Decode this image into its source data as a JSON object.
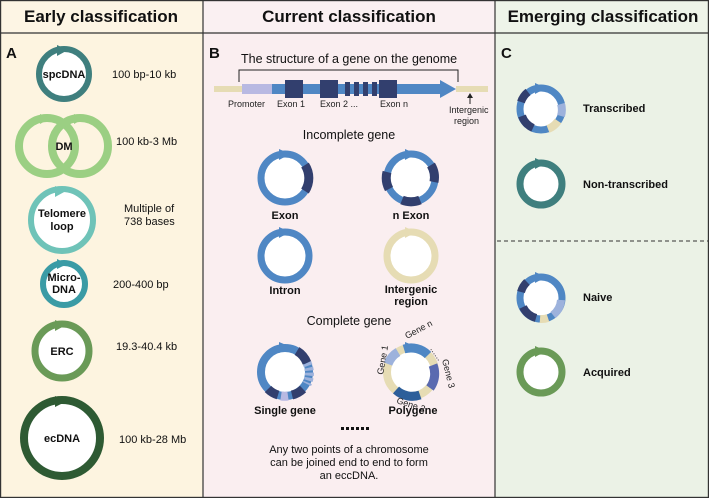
{
  "headers": {
    "early": "Early classification",
    "current": "Current classification",
    "emerging": "Emerging classification"
  },
  "panels": {
    "a": "A",
    "b": "B",
    "c": "C"
  },
  "early": [
    {
      "name": "spcDNA",
      "size": "100 bp-10 kb",
      "color": "#3f7f7e"
    },
    {
      "name": "DM",
      "size": "100 kb-3 Mb",
      "color": "#9bcf83"
    },
    {
      "name_line1": "Telomere",
      "name_line2": "loop",
      "size_line1": "Multiple of",
      "size_line2": "738 bases",
      "color": "#6fc3b8"
    },
    {
      "name_line1": "Micro-",
      "name_line2": "DNA",
      "size": "200-400 bp",
      "color": "#3a9ba5"
    },
    {
      "name": "ERC",
      "size": "19.3-40.4 kb",
      "color": "#6a9a57"
    },
    {
      "name": "ecDNA",
      "size": "100 kb-28 Mb",
      "color": "#2e5a33"
    }
  ],
  "gene_structure": {
    "title": "The structure of a gene on the genome",
    "promoter": "Promoter",
    "exon1": "Exon 1",
    "exon2": "Exon 2 ...",
    "exonn": "Exon n",
    "intergenic_line1": "Intergenic",
    "intergenic_line2": "region"
  },
  "incomplete": {
    "heading": "Incomplete gene",
    "items": [
      "Exon",
      "n Exon",
      "Intron"
    ],
    "intergenic_line1": "Intergenic",
    "intergenic_line2": "region"
  },
  "complete": {
    "heading": "Complete gene",
    "single": "Single gene",
    "poly": "Polygene",
    "gene1": "Gene 1",
    "gene2": "Gene 2",
    "gene3": "Gene 3",
    "genen": "Gene n",
    "dots": "......"
  },
  "note": {
    "line1": "Any two points of a chromosome",
    "line2": "can be joined end to end to form",
    "line3": "an eccDNA."
  },
  "emerging": {
    "transcribed": "Transcribed",
    "non_transcribed": "Non-transcribed",
    "naive": "Naive",
    "acquired": "Acquired"
  },
  "colors": {
    "panel_a_bg": "#fdf4e0",
    "panel_b_bg": "#faeef0",
    "panel_c_bg": "#ebf2e6",
    "gene_blue": "#4f87c4",
    "exon_dark": "#323f6e",
    "intergenic_beige": "#e6dcb4",
    "promoter_lilac": "#b8b9e2",
    "emerging_green": "#6a9a57",
    "emerging_teal": "#3f7f7e"
  }
}
